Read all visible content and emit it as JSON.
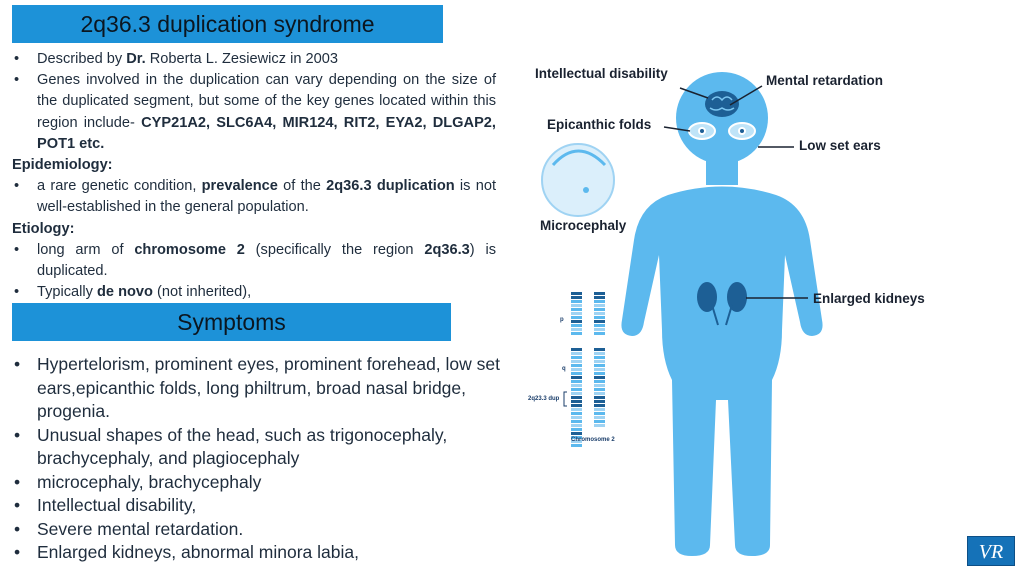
{
  "title": "2q36.3 duplication syndrome",
  "intro": [
    {
      "type": "item",
      "segs": [
        [
          "Described  by ",
          0
        ],
        [
          "Dr.",
          1
        ],
        [
          " Roberta L. Zesiewicz in 2003",
          0
        ]
      ]
    },
    {
      "type": "item",
      "segs": [
        [
          "Genes involved in the duplication can vary depending on the size of the duplicated segment, but some of the key genes located within this region include- ",
          0
        ],
        [
          "CYP21A2, SLC6A4, MIR124, RIT2, EYA2, DLGAP2, POT1 etc.",
          1
        ]
      ]
    },
    {
      "type": "hdr",
      "segs": [
        [
          "Epidemiology:",
          1
        ]
      ]
    },
    {
      "type": "item",
      "segs": [
        [
          "a rare genetic condition, ",
          0
        ],
        [
          "prevalence",
          1
        ],
        [
          " of the ",
          0
        ],
        [
          "2q36.3 duplication",
          1
        ],
        [
          " is not well-established in the general population.",
          0
        ]
      ]
    },
    {
      "type": "hdr",
      "segs": [
        [
          "Etiology:",
          1
        ]
      ]
    },
    {
      "type": "item",
      "segs": [
        [
          "long arm of ",
          0
        ],
        [
          "chromosome 2",
          1
        ],
        [
          " (specifically the region ",
          0
        ],
        [
          "2q36.3",
          1
        ],
        [
          ") is duplicated.",
          0
        ]
      ]
    },
    {
      "type": "item",
      "segs": [
        [
          "Typically ",
          0
        ],
        [
          "de novo",
          1
        ],
        [
          " (not inherited),",
          0
        ]
      ]
    }
  ],
  "symptoms_title": "Symptoms",
  "symptoms": [
    "Hypertelorism, prominent eyes, prominent forehead, low set ears,epicanthic folds, long philtrum, broad nasal bridge, progenia.",
    "Unusual shapes of the head, such as trigonocephaly, brachycephaly, and plagiocephaly",
    "microcephaly, brachycephaly",
    "Intellectual disability,",
    "Severe mental retardation.",
    "Enlarged kidneys, abnormal minora labia,"
  ],
  "figure": {
    "labels": {
      "intellectual": "Intellectual disability",
      "mental": "Mental retardation",
      "epicanthic": "Epicanthic folds",
      "ears": "Low set ears",
      "microcephaly": "Microcephaly",
      "kidneys": "Enlarged kidneys"
    },
    "chromosome": {
      "p": "p",
      "q": "q",
      "dup": "2q23.3 dup",
      "caption": "Chromosome 2"
    }
  },
  "logo": "VR",
  "colors": {
    "accent": "#1d92d8",
    "figure": "#5cb9ee"
  }
}
